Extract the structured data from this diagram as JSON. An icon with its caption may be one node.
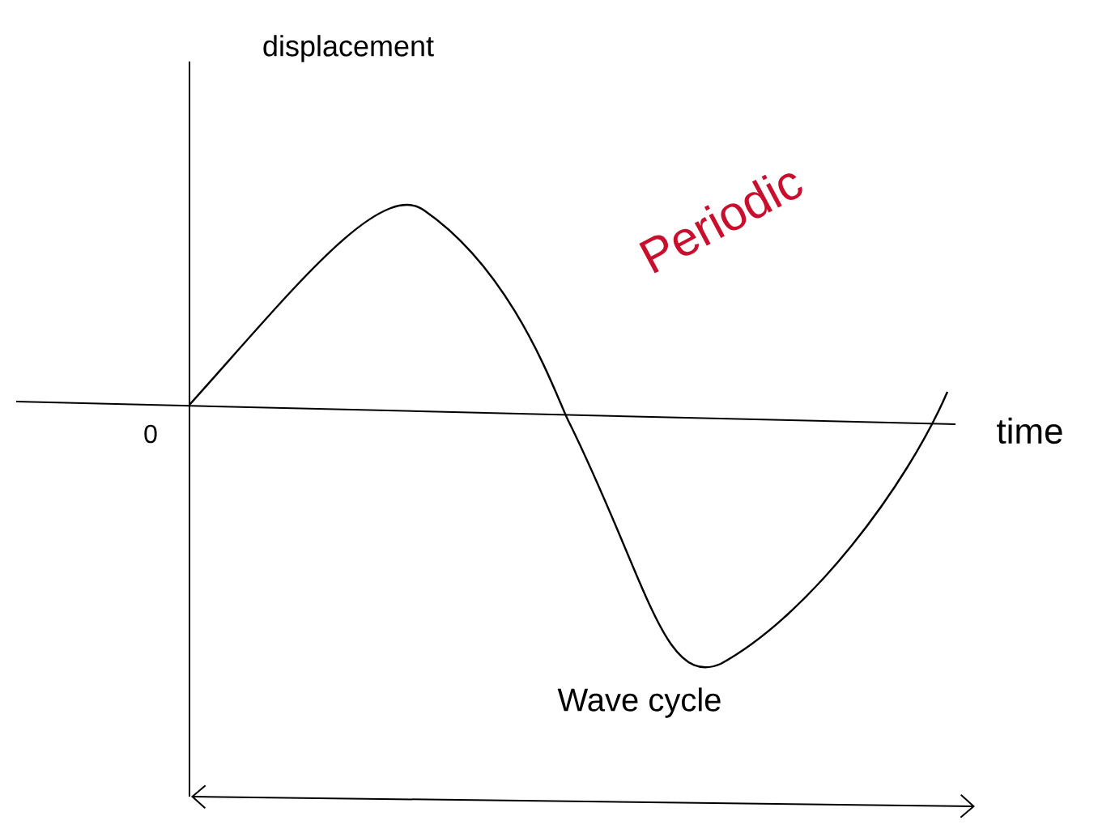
{
  "diagram": {
    "labels": [
      "displacement",
      "Periodic",
      "0",
      "time",
      "Wave cycle"
    ]
  }
}
